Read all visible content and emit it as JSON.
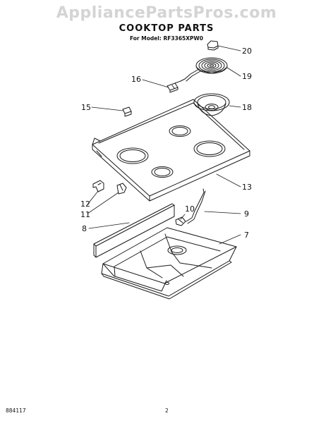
{
  "watermark": "AppliancePartsPros.com",
  "title": "COOKTOP PARTS",
  "model_line": "For Model: RF3365XPW0",
  "footer": {
    "code": "884117",
    "page": "2"
  },
  "callouts": [
    "20",
    "19",
    "16",
    "18",
    "15",
    "13",
    "10",
    "9",
    "12",
    "11",
    "8",
    "7"
  ],
  "colors": {
    "line": "#1a1a1a",
    "watermark": "#d4d4d4"
  }
}
